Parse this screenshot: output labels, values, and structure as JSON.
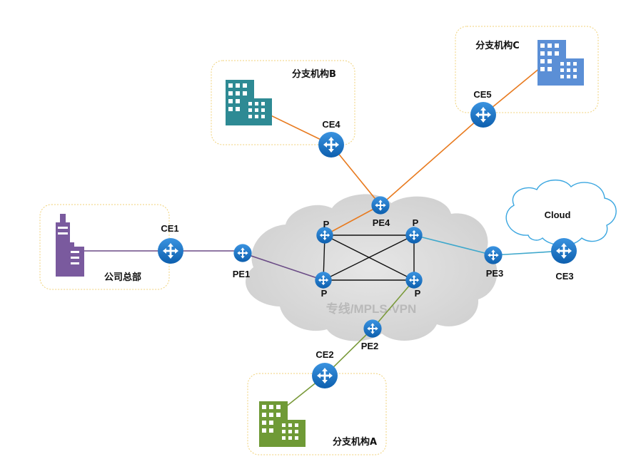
{
  "sites": {
    "hq": "公司总部",
    "branch_a": "分支机构A",
    "branch_b": "分支机构B",
    "branch_c": "分支机构C"
  },
  "routers": {
    "ce1": "CE1",
    "ce2": "CE2",
    "ce3": "CE3",
    "ce4": "CE4",
    "ce5": "CE5",
    "pe1": "PE1",
    "pe2": "PE2",
    "pe3": "PE3",
    "pe4": "PE4",
    "p": "P"
  },
  "clouds": {
    "mpls": "专线/MPLS-VPN",
    "internet": "Cloud"
  },
  "colors": {
    "router": "#1a73c8",
    "link_hq": "#6b4c86",
    "link_branch_a": "#7a9a3a",
    "link_branch_bc": "#e87a1e",
    "link_cloud": "#3fa8cc",
    "link_core": "#111111",
    "site_border": "#f0d27a",
    "building_hq": "#7a5a9e",
    "building_a": "#6f9a36",
    "building_b": "#2e8a94",
    "building_c": "#5b8fd6",
    "mpls_cloud": "#d6d6d6",
    "internet_cloud": "#3aa6e0"
  }
}
